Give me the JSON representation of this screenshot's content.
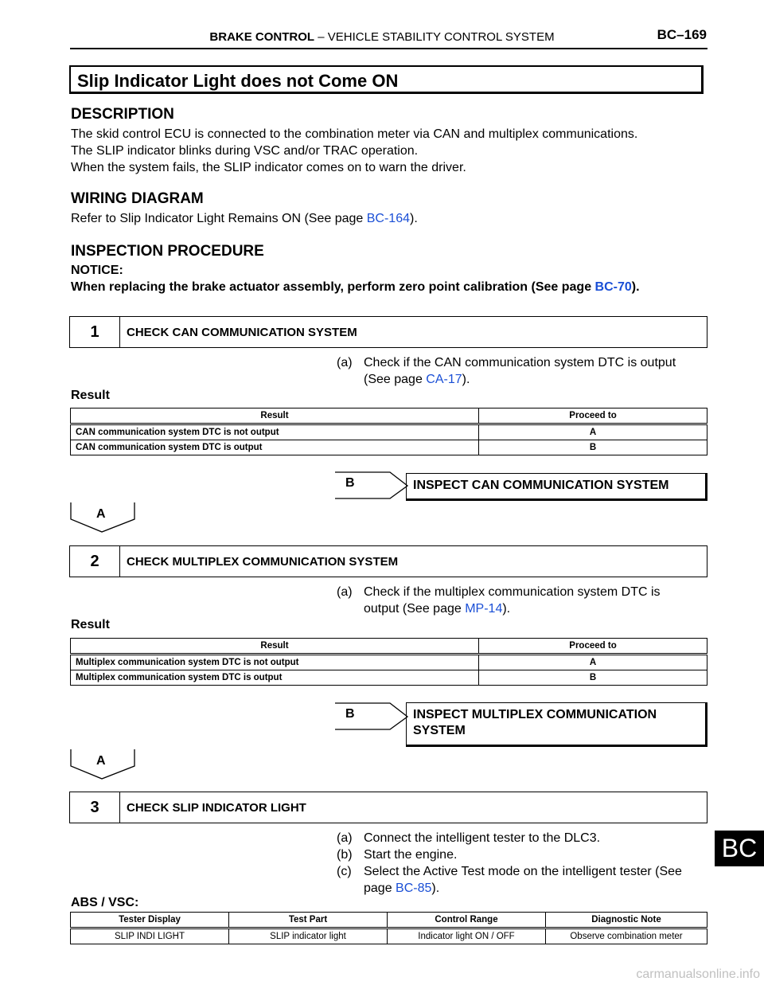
{
  "header": {
    "section": "BRAKE CONTROL",
    "separator": " – ",
    "subsection": "VEHICLE STABILITY CONTROL SYSTEM",
    "page_number": "BC–169"
  },
  "title": "Slip Indicator Light does not Come ON",
  "description": {
    "heading": "DESCRIPTION",
    "lines": [
      "The skid control ECU is connected to the combination meter via CAN and multiplex communications.",
      "The SLIP indicator blinks during VSC and/or TRAC operation.",
      "When the system fails, the SLIP indicator comes on to warn the driver."
    ]
  },
  "wiring": {
    "heading": "WIRING DIAGRAM",
    "text_before": "Refer to Slip Indicator Light Remains ON (See page ",
    "link": "BC-164",
    "text_after": ")."
  },
  "inspection": {
    "heading": "INSPECTION PROCEDURE",
    "notice_label": "NOTICE:",
    "notice_before": "When replacing the brake actuator assembly, perform zero point calibration (See page ",
    "notice_link": "BC-70",
    "notice_after": ")."
  },
  "step1": {
    "number": "1",
    "title": "CHECK CAN COMMUNICATION SYSTEM",
    "item_label": "(a)",
    "item_line1": "Check if the CAN communication system DTC is output",
    "item_line2_before": "(See page ",
    "item_link": "CA-17",
    "item_line2_after": ").",
    "result_label": "Result",
    "table_headers": [
      "Result",
      "Proceed to"
    ],
    "table_rows": [
      [
        "CAN communication system DTC is not output",
        "A"
      ],
      [
        "CAN communication system DTC is output",
        "B"
      ]
    ],
    "b_label": "B",
    "b_target": "INSPECT CAN COMMUNICATION SYSTEM",
    "a_label": "A"
  },
  "step2": {
    "number": "2",
    "title": "CHECK MULTIPLEX COMMUNICATION SYSTEM",
    "item_label": "(a)",
    "item_line1": "Check if the multiplex communication system DTC is",
    "item_line2_before": "output (See page ",
    "item_link": "MP-14",
    "item_line2_after": ").",
    "result_label": "Result",
    "table_headers": [
      "Result",
      "Proceed to"
    ],
    "table_rows": [
      [
        "Multiplex communication system DTC is not output",
        "A"
      ],
      [
        "Multiplex communication system DTC is output",
        "B"
      ]
    ],
    "b_label": "B",
    "b_target_line1": "INSPECT MULTIPLEX COMMUNICATION",
    "b_target_line2": "SYSTEM",
    "a_label": "A"
  },
  "step3": {
    "number": "3",
    "title": "CHECK SLIP INDICATOR LIGHT",
    "items": [
      {
        "label": "(a)",
        "text": "Connect the intelligent tester to the DLC3."
      },
      {
        "label": "(b)",
        "text": "Start the engine."
      }
    ],
    "item_c_label": "(c)",
    "item_c_line1": "Select the Active Test mode on the intelligent tester (See",
    "item_c_line2_before": "page ",
    "item_c_link": "BC-85",
    "item_c_line2_after": ").",
    "abs_label": "ABS / VSC:",
    "table_headers": [
      "Tester Display",
      "Test Part",
      "Control Range",
      "Diagnostic Note"
    ],
    "table_rows": [
      [
        "SLIP INDI LIGHT",
        "SLIP indicator light",
        "Indicator light ON / OFF",
        "Observe combination meter"
      ]
    ]
  },
  "side_tab": "BC",
  "watermark": "carmanualsonline.info"
}
